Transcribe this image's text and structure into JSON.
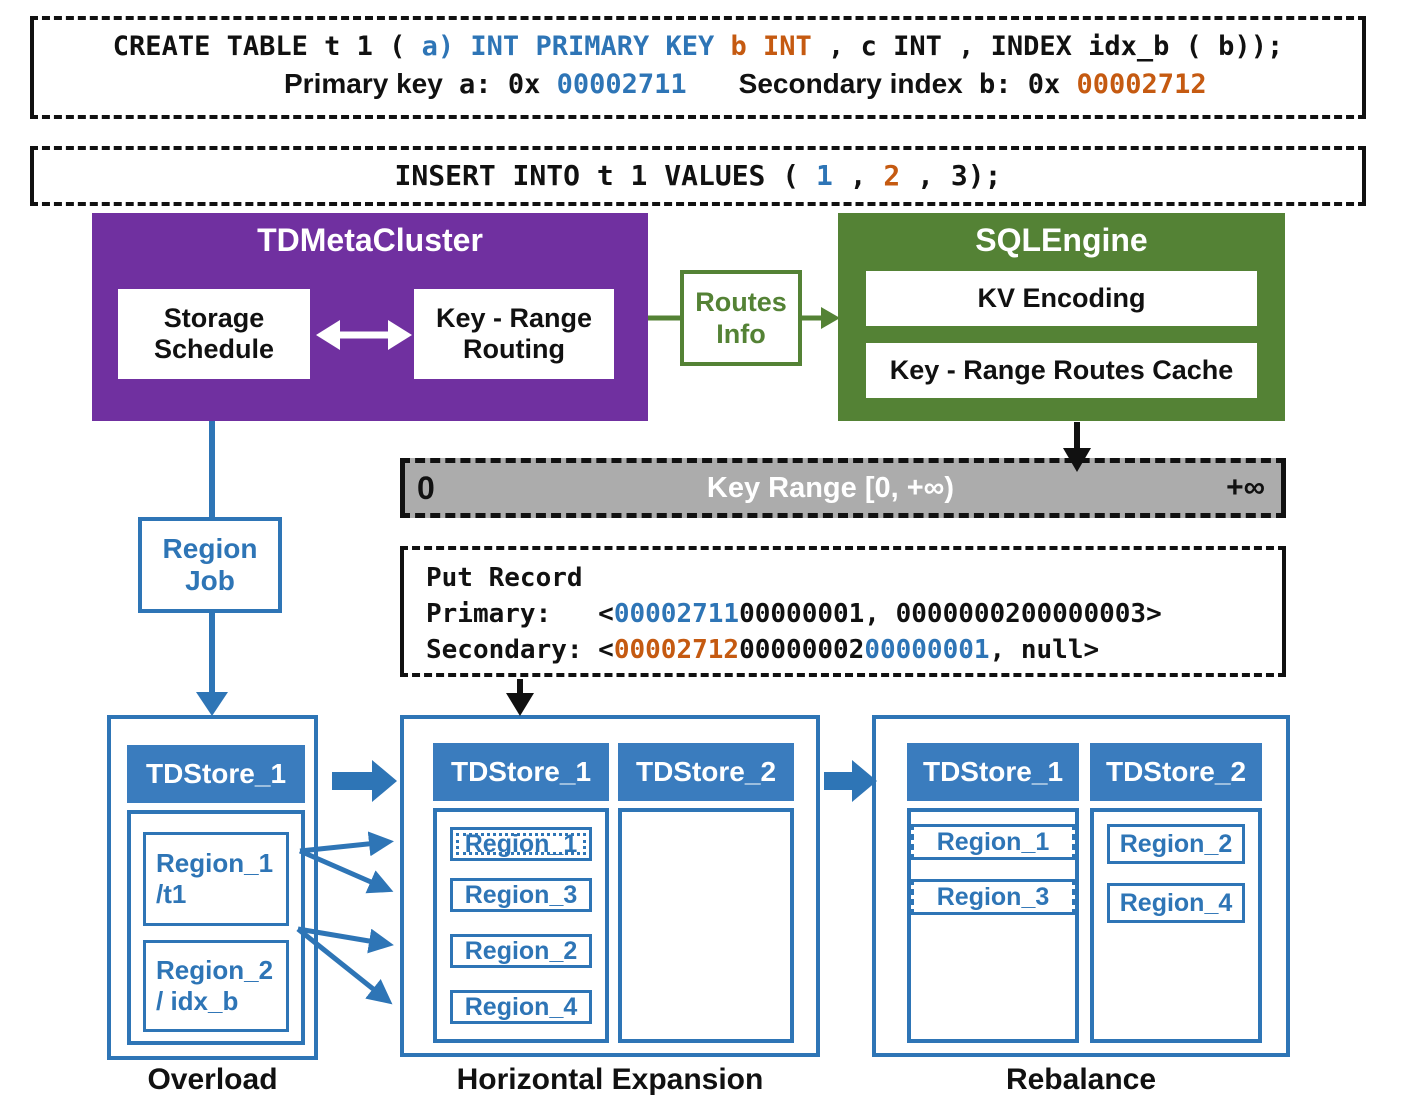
{
  "create_box": {
    "code_pre": "CREATE TABLE t 1 ( ",
    "code_pk": "a) INT PRIMARY KEY ",
    "code_b": "b INT",
    "code_post": " , c INT , INDEX idx_b ( b));",
    "primary_label": "Primary key",
    "primary_mid": " a: 0x ",
    "primary_val": "00002711",
    "secondary_label": "Secondary index",
    "secondary_mid": " b: 0x ",
    "secondary_val": "00002712"
  },
  "insert_box": {
    "pre": "INSERT INTO t 1 VALUES ( ",
    "v1": "1",
    "sep": " , ",
    "v2": "2",
    "post": " , 3);"
  },
  "meta_cluster": {
    "title": "TDMetaCluster",
    "storage_schedule": "Storage Schedule",
    "key_range_routing": "Key - Range Routing"
  },
  "routes_info": {
    "label": "Routes Info"
  },
  "sql_engine": {
    "title": "SQLEngine",
    "kv_encoding": "KV Encoding",
    "routes_cache": "Key - Range Routes Cache"
  },
  "key_range_bar": {
    "left": "0",
    "center": "Key Range [0, +∞)",
    "right": "+∞"
  },
  "put_record": {
    "title": "Put Record",
    "primary_pre": "Primary:   <",
    "primary_hex": "00002711",
    "primary_rest": "00000001, 0000000200000003>",
    "secondary_pre": "Secondary: <",
    "secondary_hex": "00002712",
    "secondary_mid": "00000002",
    "secondary_blue": "00000001",
    "secondary_rest": ", null>"
  },
  "region_job": {
    "label": "Region Job"
  },
  "overload": {
    "caption": "Overload",
    "store": {
      "title": "TDStore_1",
      "regions": [
        {
          "name": "Region_1",
          "path": "/t1"
        },
        {
          "name": "Region_2",
          "path": "/ idx_b"
        }
      ]
    }
  },
  "expansion": {
    "caption": "Horizontal Expansion",
    "store1": {
      "title": "TDStore_1",
      "regions": [
        "Region_1",
        "Region_3",
        "Region_2",
        "Region_4"
      ]
    },
    "store2": {
      "title": "TDStore_2"
    }
  },
  "rebalance": {
    "caption": "Rebalance",
    "store1": {
      "title": "TDStore_1",
      "regions": [
        "Region_1",
        "Region_3"
      ]
    },
    "store2": {
      "title": "TDStore_2",
      "regions": [
        "Region_2",
        "Region_4"
      ]
    }
  },
  "colors": {
    "purple": "#7030A0",
    "green": "#548235",
    "blue": "#2E75B6",
    "header_blue": "#3A7CBE",
    "orange": "#C55A11",
    "gray_bar": "#ACACAC"
  }
}
